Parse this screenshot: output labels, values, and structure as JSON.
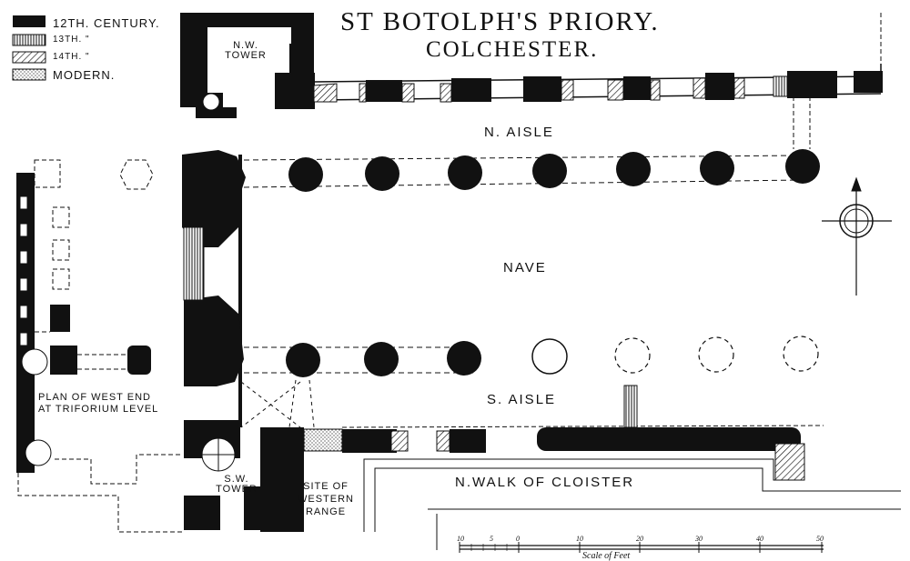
{
  "title": "ST BOTOLPH'S PRIORY.",
  "subtitle": "COLCHESTER.",
  "legend": [
    {
      "label": "12TH. CENTURY.",
      "pattern": "solid"
    },
    {
      "label": "13TH.   \"",
      "pattern": "vertical-hatch"
    },
    {
      "label": "14TH.   \"",
      "pattern": "diagonal-hatch"
    },
    {
      "label": "MODERN.",
      "pattern": "stipple"
    }
  ],
  "labels": {
    "nw_tower": "N.W. TOWER",
    "sw_tower": "S.W. TOWER",
    "n_aisle": "N. AISLE",
    "nave": "NAVE",
    "s_aisle": "S. AISLE",
    "west_end_line1": "PLAN OF WEST END",
    "west_end_line2": "AT TRIFORIUM LEVEL",
    "site_line1": "SITE OF",
    "site_line2": "WESTERN",
    "site_line3": "RANGE",
    "cloister": "N.WALK OF CLOISTER"
  },
  "scale": {
    "caption": "Scale of Feet",
    "ticks": [
      "10",
      "5",
      "0",
      "10",
      "20",
      "30",
      "40",
      "50"
    ]
  },
  "colors": {
    "ink": "#111111",
    "paper": "#ffffff"
  }
}
